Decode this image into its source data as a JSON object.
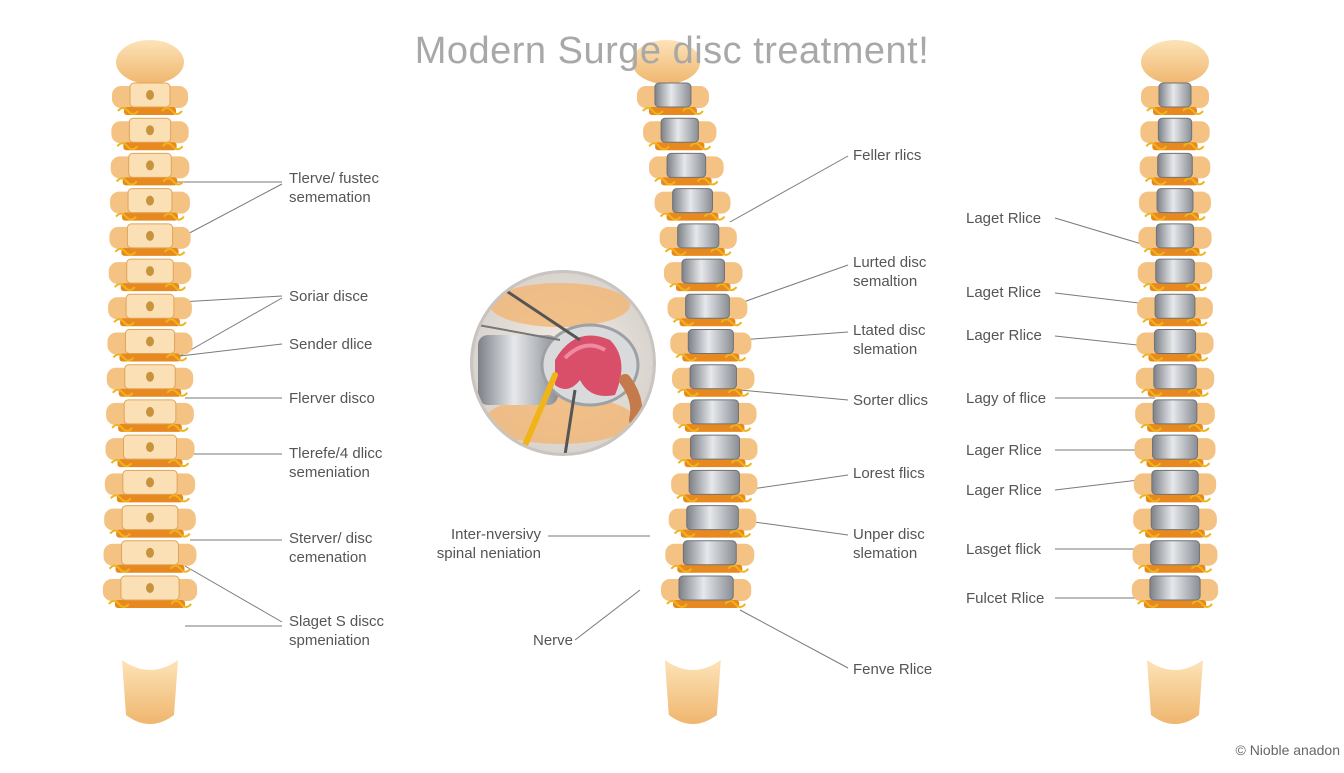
{
  "title": "Modern Surge disc treatment!",
  "copyright": "© Nioble anadon",
  "colors": {
    "vertebra": "#f4c283",
    "vertebra_light": "#fbe0b5",
    "disc_orange": "#e8891f",
    "nerve_yellow": "#f0b418",
    "implant_metal": "#b9bcc1",
    "tissue_pink": "#d94f6a",
    "label_text": "#555555",
    "title_text": "#a8a8a8"
  },
  "left_labels": [
    {
      "lines": [
        "Tlerve/ fustec",
        "sememation"
      ]
    },
    {
      "lines": [
        "Soriar disce"
      ]
    },
    {
      "lines": [
        "Sender dlice"
      ]
    },
    {
      "lines": [
        "Flerver disco"
      ]
    },
    {
      "lines": [
        "Tlerefe/4 dlicc",
        "semeniation"
      ]
    },
    {
      "lines": [
        "Sterver/ disc",
        "cemenation"
      ]
    },
    {
      "lines": [
        "Slaget S discc",
        "spmeniation"
      ]
    }
  ],
  "center_labels": [
    {
      "lines": [
        "Feller rlics"
      ]
    },
    {
      "lines": [
        "Lurted disc",
        "semaltion"
      ]
    },
    {
      "lines": [
        "Ltated disc",
        "slemation"
      ]
    },
    {
      "lines": [
        "Sorter dlics"
      ]
    },
    {
      "lines": [
        "Lorest flics"
      ]
    },
    {
      "lines": [
        "Unper disc",
        "slemation"
      ]
    },
    {
      "lines": [
        "Fenve Rlice"
      ]
    }
  ],
  "inset_labels": [
    {
      "lines": [
        "Inter-nversivy",
        "spinal neniation"
      ]
    },
    {
      "lines": [
        "Nerve"
      ]
    }
  ],
  "right_labels": [
    {
      "lines": [
        "Laget Rlice"
      ]
    },
    {
      "lines": [
        "Laget Rlice"
      ]
    },
    {
      "lines": [
        "Lager Rlice"
      ]
    },
    {
      "lines": [
        "Lagy of flice"
      ]
    },
    {
      "lines": [
        "Lager Rlice"
      ]
    },
    {
      "lines": [
        "Lager Rlice"
      ]
    },
    {
      "lines": [
        "Lasget flick"
      ]
    },
    {
      "lines": [
        "Fulcet Rlice"
      ]
    }
  ]
}
